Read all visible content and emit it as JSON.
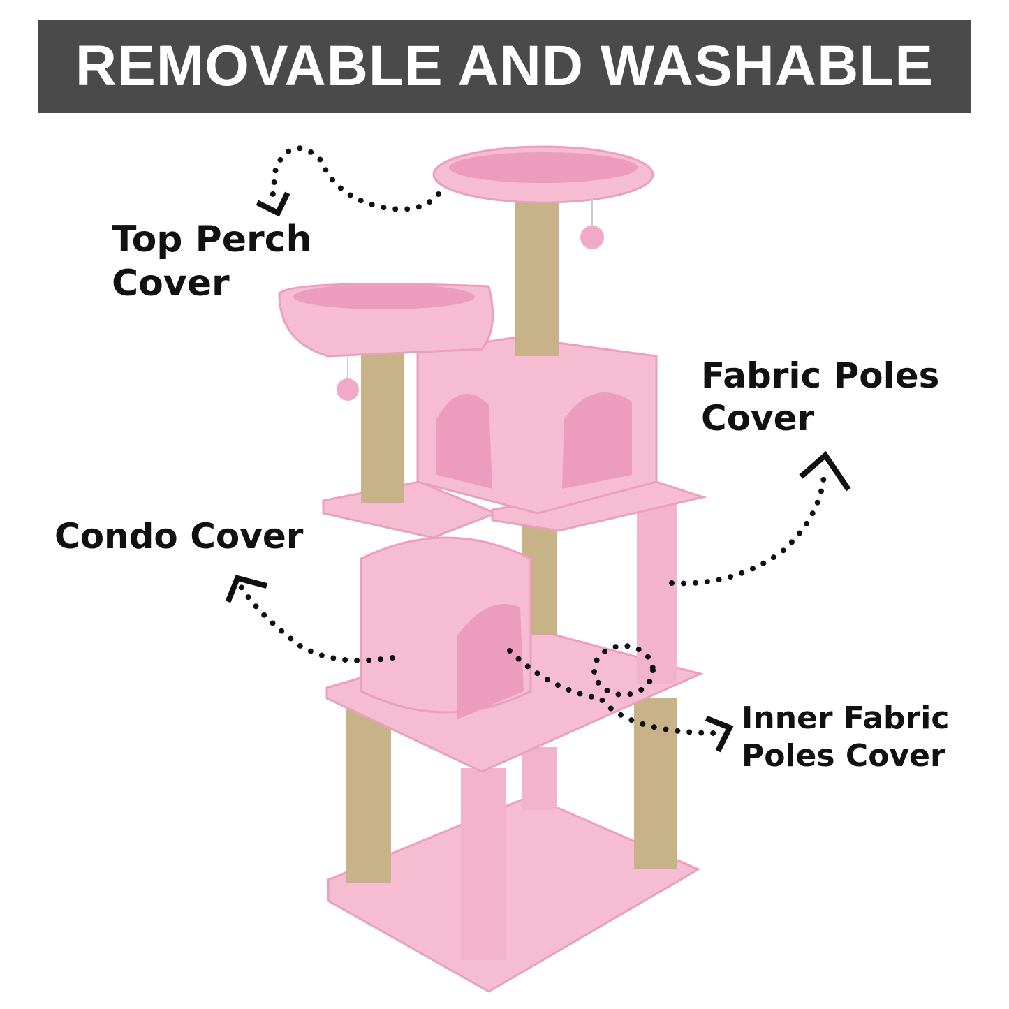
{
  "banner": {
    "title": "REMOVABLE AND WASHABLE"
  },
  "callouts": {
    "top_perch": [
      "Top Perch",
      "Cover"
    ],
    "fabric_poles": [
      "Fabric Poles",
      "Cover"
    ],
    "condo": [
      "Condo Cover"
    ],
    "inner_fabric_poles": [
      "Inner Fabric",
      "Poles Cover"
    ]
  },
  "colors": {
    "banner": "#4a4a4a",
    "plush": "#f5bcd2",
    "plush_shade": "#e9a0bf",
    "sisal": "#c8b287"
  }
}
